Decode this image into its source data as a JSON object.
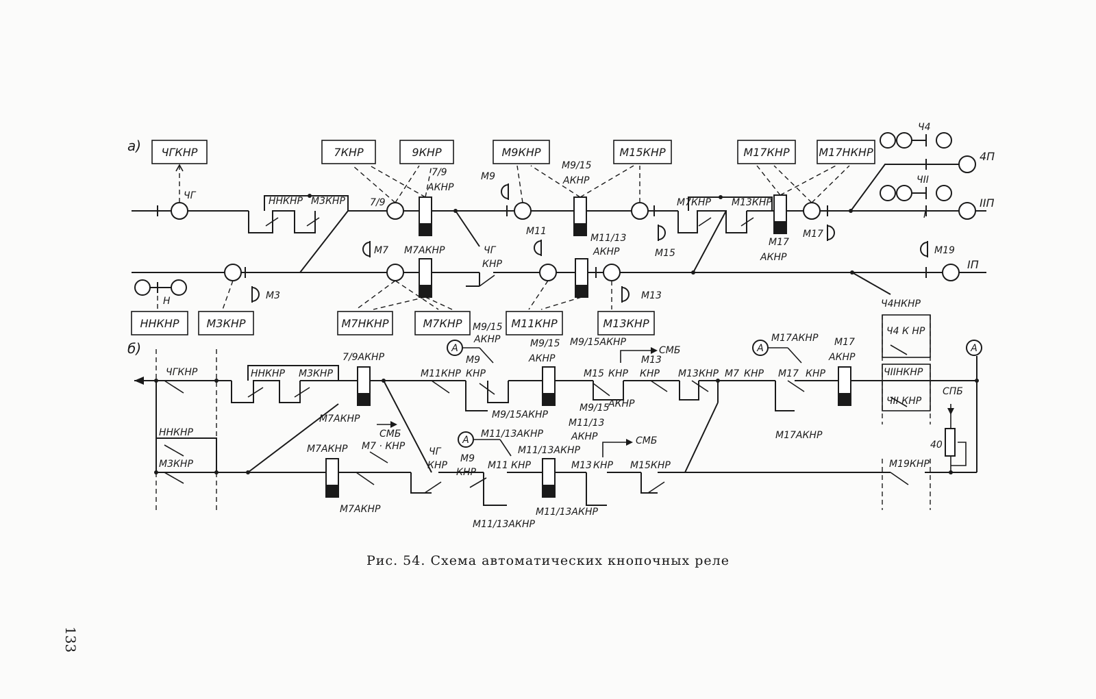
{
  "figure": {
    "caption": "Рис. 54. Схема автоматических кнопочных реле",
    "page_number": "133"
  },
  "section_a": {
    "label": "а)",
    "boxes": [
      "ЧГКНР",
      "7КНР",
      "9КНР",
      "М9КНР",
      "М15КНР",
      "М17КНР",
      "М17НКНР",
      "ННКНР",
      "М3КНР",
      "М7НКНР",
      "М7КНР",
      "М11КНР",
      "М13КНР"
    ],
    "labels": {
      "chg": "ЧГ",
      "n_signal": "Н",
      "m3": "М3",
      "m7": "М7",
      "m9": "М9",
      "m11": "М11",
      "m13": "М13",
      "m15": "М15",
      "m17": "М17",
      "m19": "М19",
      "s79": "7/9",
      "s79akhp_1": "7/9",
      "s79akhp_2": "АКНР",
      "m915akhp_1": "М9/15",
      "m915akhp_2": "АКНР",
      "m1113akhp_1": "М11/13",
      "m1113akhp_2": "АКНР",
      "m17akhp_1": "М17",
      "m17akhp_2": "АКНР",
      "m7akhp": "М7АКНР",
      "chgknr_1": "ЧГ",
      "chgknr_2": "КНР",
      "nnknr_contact": "ННКНР",
      "m3knr_contact": "М3КНР",
      "m7knr_contact": "М7КНР",
      "m13knr_contact": "М13КНР",
      "ch4": "Ч4",
      "ch2": "ЧII",
      "track_4p": "4П",
      "track_2p": "IIП",
      "track_1p": "IП",
      "insulator": "I"
    }
  },
  "section_b": {
    "label": "б)",
    "labels": {
      "chgknr": "ЧГКНР",
      "nnknr_top": "ННКНР",
      "m3knr_top": "М3КНР",
      "r79akhp": "7/9АКНР",
      "nnknr_left": "ННКНР",
      "m3knr_left": "М3КНР",
      "m7akhp_top": "М7АКНР",
      "smb_1": "СМБ",
      "m7akhp_relay": "М7АКНР",
      "m7_knr": "М7 · КНР",
      "m7akhp_bottom": "М7АКНР",
      "chg_knr_1": "ЧГ",
      "chg_knr_2": "КНР",
      "m915akhp_a1": "М9/15",
      "m915akhp_a2": "АКНР",
      "m9": "М9",
      "m11knr": "М11КНР",
      "knr_1": "КНР",
      "m915akhp_relay_1": "М9/15",
      "m915akhp_relay_2": "АКНР",
      "m915akhp_below": "М9/15АКНР",
      "m1113akhp_a": "М11/13АКНР",
      "m9_b": "М9",
      "knr_b": "КНР",
      "m11_knr": "М11",
      "knr_c": "КНР",
      "m1113akhp_relay": "М11/13АКНР",
      "m1113akhp_bottom1": "М11/13АКНР",
      "m1113akhp_bottom2": "М11/13АКНР",
      "m915akhp_c": "М9/15АКНР",
      "smb_2": "СМБ",
      "m13_1": "М13",
      "knr_d": "КНР",
      "m15": "М15",
      "knr_e": "КНР",
      "m915_small": "М9/15",
      "akhp_small": "АКНР",
      "m1113_small": "М11/13",
      "akhp_small2": "АКНР",
      "m13_knr_m": "М13",
      "knr_f": "КНР",
      "smb_3": "СМБ",
      "m13_bottom": "М13",
      "knr_g": "КНР",
      "m15knr": "М15КНР",
      "m13_knr2": "М13",
      "knr_h": "КНР",
      "m7_knr2": "М7",
      "knr_i": "КНР",
      "m17akhp_a": "М17АКНР",
      "m17": "М17",
      "knr_j": "КНР",
      "m17akhp_relay_1": "М17",
      "m17akhp_relay_2": "АКНР",
      "m17akhp_bottom": "М17АКНР",
      "ch4nknr": "Ч4НКНР",
      "ch4knr": "Ч4 К НР",
      "ch2nknr": "ЧIIНКНР",
      "ch2knr": "ЧII КНР",
      "m19knr": "М19КНР",
      "spb": "СПБ",
      "r40": "40",
      "a": "А"
    }
  }
}
